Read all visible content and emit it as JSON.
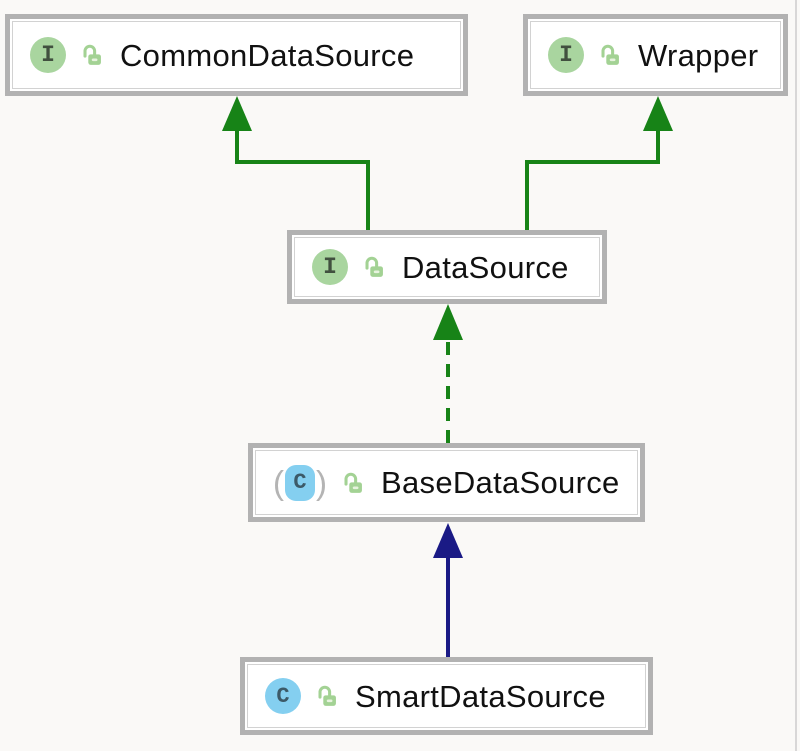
{
  "diagram": {
    "kind": "uml-class-diagram",
    "nodes": [
      {
        "id": "CommonDataSource",
        "label": "CommonDataSource",
        "type": "interface",
        "icon": "interface-icon",
        "icon_letter": "I",
        "visibility": "public",
        "visibility_icon": "unlocked-padlock-icon"
      },
      {
        "id": "Wrapper",
        "label": "Wrapper",
        "type": "interface",
        "icon": "interface-icon",
        "icon_letter": "I",
        "visibility": "public",
        "visibility_icon": "unlocked-padlock-icon"
      },
      {
        "id": "DataSource",
        "label": "DataSource",
        "type": "interface",
        "icon": "interface-icon",
        "icon_letter": "I",
        "visibility": "public",
        "visibility_icon": "unlocked-padlock-icon"
      },
      {
        "id": "BaseDataSource",
        "label": "BaseDataSource",
        "type": "abstract-class",
        "icon": "abstract-class-icon",
        "icon_letter": "C",
        "visibility": "public",
        "visibility_icon": "unlocked-padlock-icon"
      },
      {
        "id": "SmartDataSource",
        "label": "SmartDataSource",
        "type": "class",
        "icon": "class-icon",
        "icon_letter": "C",
        "visibility": "public",
        "visibility_icon": "unlocked-padlock-icon"
      }
    ],
    "edges": [
      {
        "from": "DataSource",
        "to": "CommonDataSource",
        "relation": "extends",
        "line": "solid",
        "color": "#178317"
      },
      {
        "from": "DataSource",
        "to": "Wrapper",
        "relation": "extends",
        "line": "solid",
        "color": "#178317"
      },
      {
        "from": "BaseDataSource",
        "to": "DataSource",
        "relation": "implements",
        "line": "dashed",
        "color": "#178317"
      },
      {
        "from": "SmartDataSource",
        "to": "BaseDataSource",
        "relation": "extends",
        "line": "solid",
        "color": "#1a1a85"
      }
    ],
    "colors": {
      "canvas_bg": "#faf9f7",
      "node_bg": "#ffffff",
      "node_border": "#b2b2b2",
      "label_text": "#111111",
      "interface_icon_bg": "#a9d59f",
      "class_icon_bg": "#84cff0",
      "lock_icon_green": "#a3d294",
      "extends_interface_arrow": "#178317",
      "extends_class_arrow": "#1a1a85"
    }
  }
}
